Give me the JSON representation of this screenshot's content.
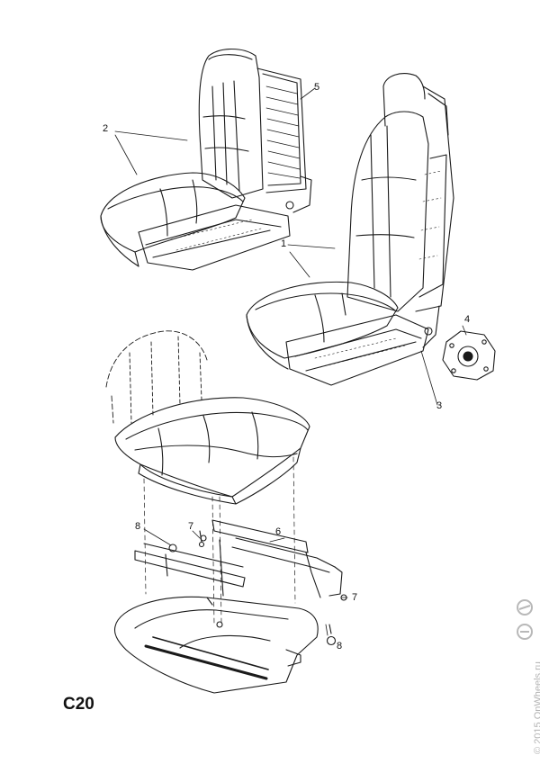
{
  "page_code": "C20",
  "watermark": "© 2015 OnWheels.ru",
  "callouts": {
    "c1": "1",
    "c2": "2",
    "c3": "3",
    "c4": "4",
    "c5": "5",
    "c6": "6",
    "c7a": "7",
    "c7b": "7",
    "c8a": "8",
    "c8b": "8"
  }
}
